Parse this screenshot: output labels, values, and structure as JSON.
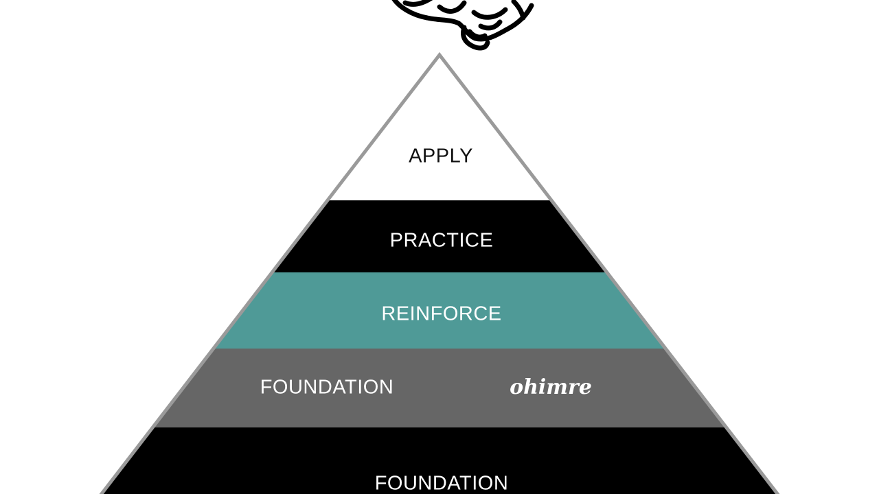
{
  "diagram": {
    "type": "pyramid",
    "icon": "brain-icon",
    "tiers": [
      {
        "label": "APPLY",
        "fill": "#ffffff",
        "text_color": "#111111"
      },
      {
        "label": "PRACTICE",
        "fill": "#000000",
        "text_color": "#ffffff"
      },
      {
        "label": "REINFORCE",
        "fill": "#4f9a97",
        "text_color": "#ffffff"
      },
      {
        "label": "FOUNDATION",
        "fill": "#666666",
        "text_color": "#ffffff",
        "side_text": "ohimre"
      },
      {
        "label": "FOUNDATION",
        "fill": "#000000",
        "text_color": "#ffffff"
      }
    ],
    "outline_color": "#9a9a9a"
  }
}
